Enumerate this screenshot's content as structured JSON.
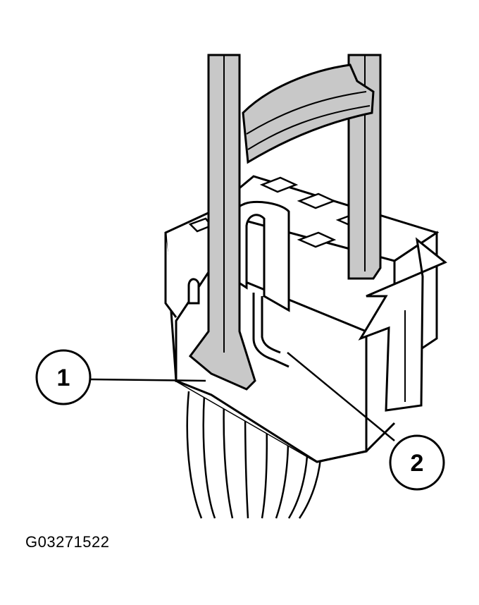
{
  "figure": {
    "id_label": "G03271522",
    "callouts": [
      {
        "number": "1"
      },
      {
        "number": "2"
      }
    ],
    "colors": {
      "line": "#000000",
      "tool_fill": "#c8c8c8",
      "connector_fill": "#ffffff"
    }
  }
}
